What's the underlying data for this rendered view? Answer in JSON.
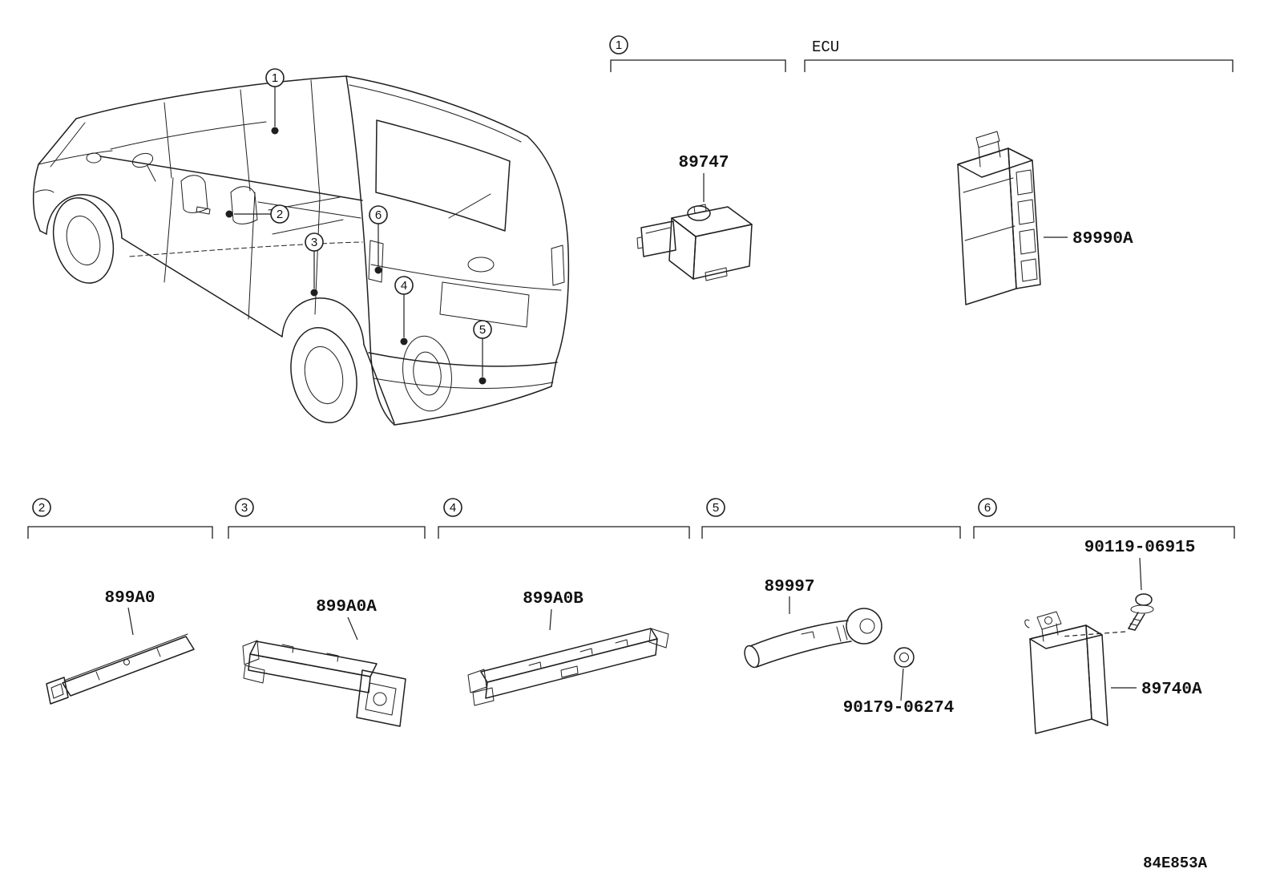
{
  "diagram": {
    "code": "84E853A",
    "ecu_label": "ECU"
  },
  "callouts": [
    "1",
    "2",
    "3",
    "4",
    "5",
    "6"
  ],
  "parts": {
    "p89747": "89747",
    "p89990A": "89990A",
    "p899A0": "899A0",
    "p899A0A": "899A0A",
    "p899A0B": "899A0B",
    "p89997": "89997",
    "p90179_06274": "90179-06274",
    "p90119_06915": "90119-06915",
    "p89740A": "89740A"
  }
}
